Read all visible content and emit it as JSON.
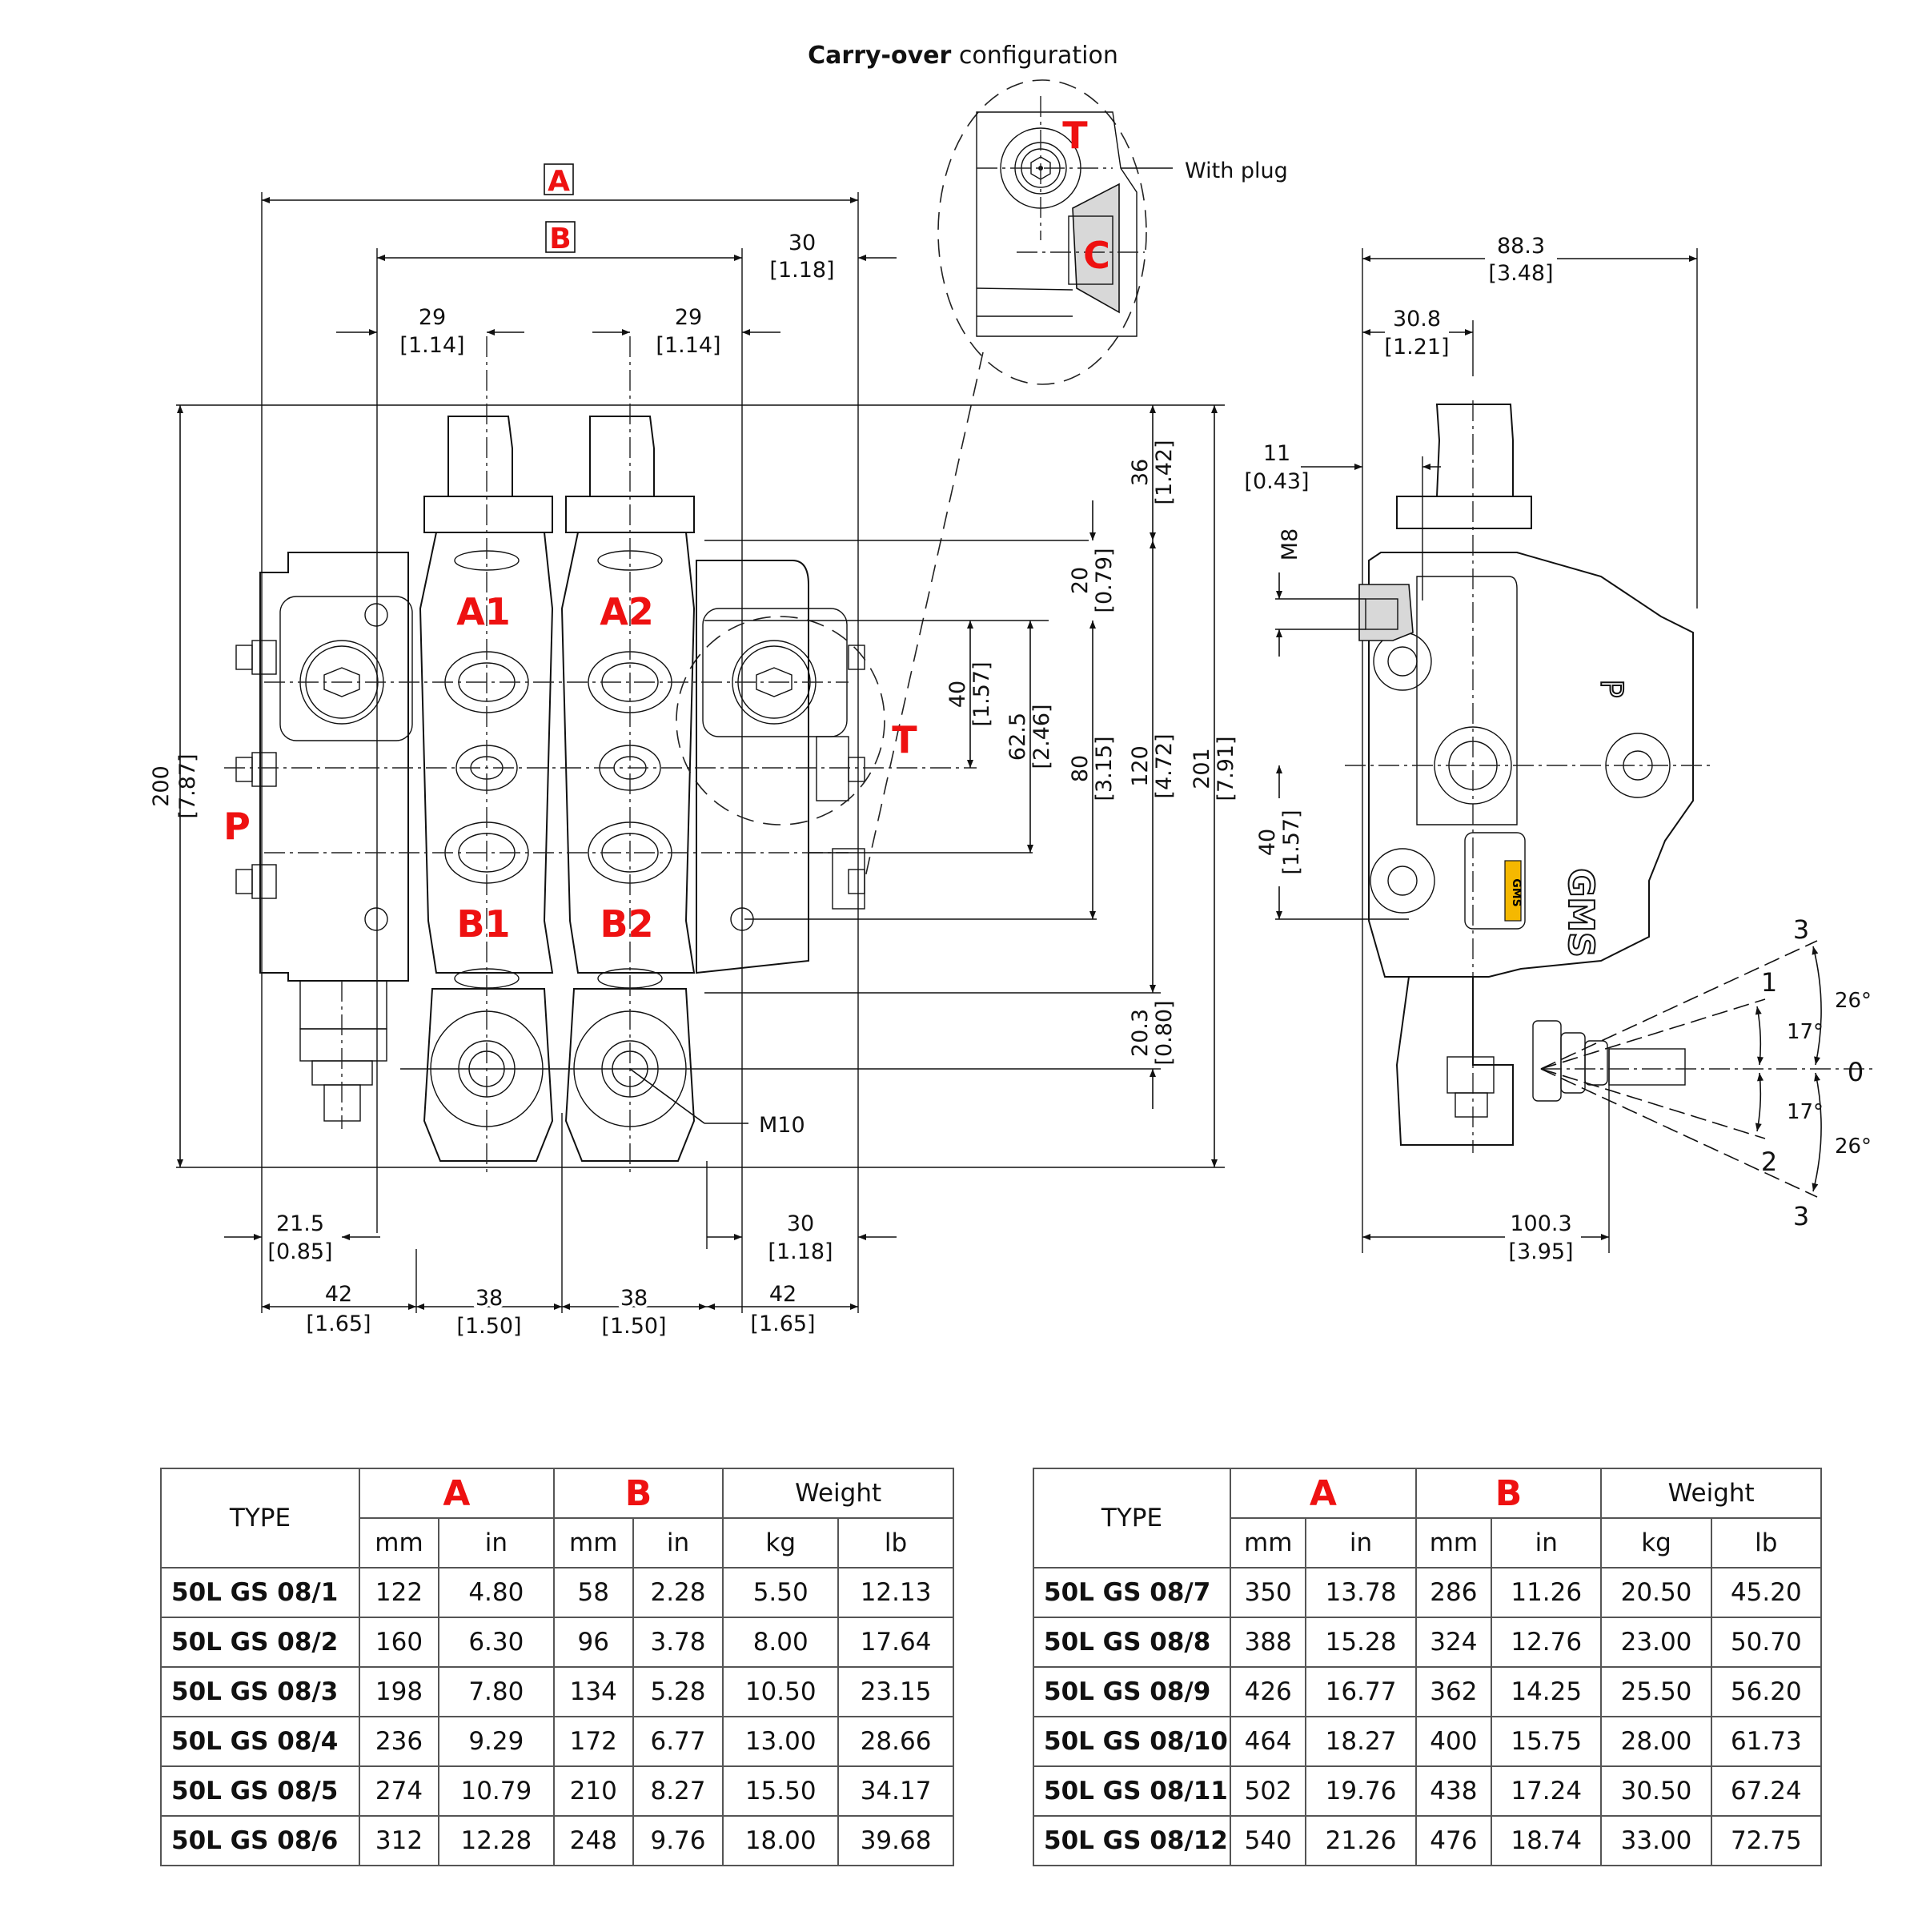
{
  "title": {
    "bold": "Carry-over",
    "rest": " configuration"
  },
  "detail": {
    "port_T": "T",
    "port_C": "C",
    "plug_note": "With plug"
  },
  "front_view": {
    "ports": {
      "A1": "A1",
      "A2": "A2",
      "B1": "B1",
      "B2": "B2",
      "P": "P",
      "T": "T"
    },
    "dim_labels": {
      "A": "A",
      "B": "B"
    },
    "thread_note": "M10",
    "dimensions": {
      "top_right_30": {
        "mm": "30",
        "in": "[1.18]"
      },
      "pitch_29_left": {
        "mm": "29",
        "in": "[1.14]"
      },
      "pitch_29_right": {
        "mm": "29",
        "in": "[1.14]"
      },
      "height_200": {
        "mm": "200",
        "in": "[7.87]"
      },
      "h36": {
        "mm": "36",
        "in": "[1.42]"
      },
      "h20": {
        "mm": "20",
        "in": "[0.79]"
      },
      "h40": {
        "mm": "40",
        "in": "[1.57]"
      },
      "h62_5": {
        "mm": "62.5",
        "in": "[2.46]"
      },
      "h80": {
        "mm": "80",
        "in": "[3.15]"
      },
      "h120": {
        "mm": "120",
        "in": "[4.72]"
      },
      "h201": {
        "mm": "201",
        "in": "[7.91]"
      },
      "h20_3": {
        "mm": "20.3",
        "in": "[0.80]"
      },
      "w21_5": {
        "mm": "21.5",
        "in": "[0.85]"
      },
      "bottom_right_30": {
        "mm": "30",
        "in": "[1.18]"
      },
      "w42_left": {
        "mm": "42",
        "in": "[1.65]"
      },
      "w38_1": {
        "mm": "38",
        "in": "[1.50]"
      },
      "w38_2": {
        "mm": "38",
        "in": "[1.50]"
      },
      "w42_right": {
        "mm": "42",
        "in": "[1.65]"
      }
    }
  },
  "side_view": {
    "port_P": "P",
    "logo_text": "GMS",
    "badge_text": "GMS",
    "thread_note": "M8",
    "dimensions": {
      "w88_3": {
        "mm": "88.3",
        "in": "[3.48]"
      },
      "w30_8": {
        "mm": "30.8",
        "in": "[1.21]"
      },
      "w11": {
        "mm": "11",
        "in": "[0.43]"
      },
      "h40": {
        "mm": "40",
        "in": "[1.57]"
      },
      "w100_3": {
        "mm": "100.3",
        "in": "[3.95]"
      }
    },
    "lever_positions": [
      "3",
      "1",
      "0",
      "2",
      "3"
    ],
    "angles": [
      "26°",
      "17°",
      "17°",
      "26°"
    ]
  },
  "tables": {
    "headers": {
      "type": "TYPE",
      "A": "A",
      "B": "B",
      "weight": "Weight",
      "units": [
        "mm",
        "in",
        "mm",
        "in",
        "kg",
        "lb"
      ]
    },
    "left": [
      [
        "50L GS 08/1",
        "122",
        "4.80",
        "58",
        "2.28",
        "5.50",
        "12.13"
      ],
      [
        "50L GS 08/2",
        "160",
        "6.30",
        "96",
        "3.78",
        "8.00",
        "17.64"
      ],
      [
        "50L GS 08/3",
        "198",
        "7.80",
        "134",
        "5.28",
        "10.50",
        "23.15"
      ],
      [
        "50L GS 08/4",
        "236",
        "9.29",
        "172",
        "6.77",
        "13.00",
        "28.66"
      ],
      [
        "50L GS 08/5",
        "274",
        "10.79",
        "210",
        "8.27",
        "15.50",
        "34.17"
      ],
      [
        "50L GS 08/6",
        "312",
        "12.28",
        "248",
        "9.76",
        "18.00",
        "39.68"
      ]
    ],
    "right": [
      [
        "50L GS 08/7",
        "350",
        "13.78",
        "286",
        "11.26",
        "20.50",
        "45.20"
      ],
      [
        "50L GS 08/8",
        "388",
        "15.28",
        "324",
        "12.76",
        "23.00",
        "50.70"
      ],
      [
        "50L GS 08/9",
        "426",
        "16.77",
        "362",
        "14.25",
        "25.50",
        "56.20"
      ],
      [
        "50L GS 08/10",
        "464",
        "18.27",
        "400",
        "15.75",
        "28.00",
        "61.73"
      ],
      [
        "50L GS 08/11",
        "502",
        "19.76",
        "438",
        "17.24",
        "30.50",
        "67.24"
      ],
      [
        "50L GS 08/12",
        "540",
        "21.26",
        "476",
        "18.74",
        "33.00",
        "72.75"
      ]
    ]
  },
  "colors": {
    "port_label": "#ee1111",
    "badge": "#f5b800"
  }
}
